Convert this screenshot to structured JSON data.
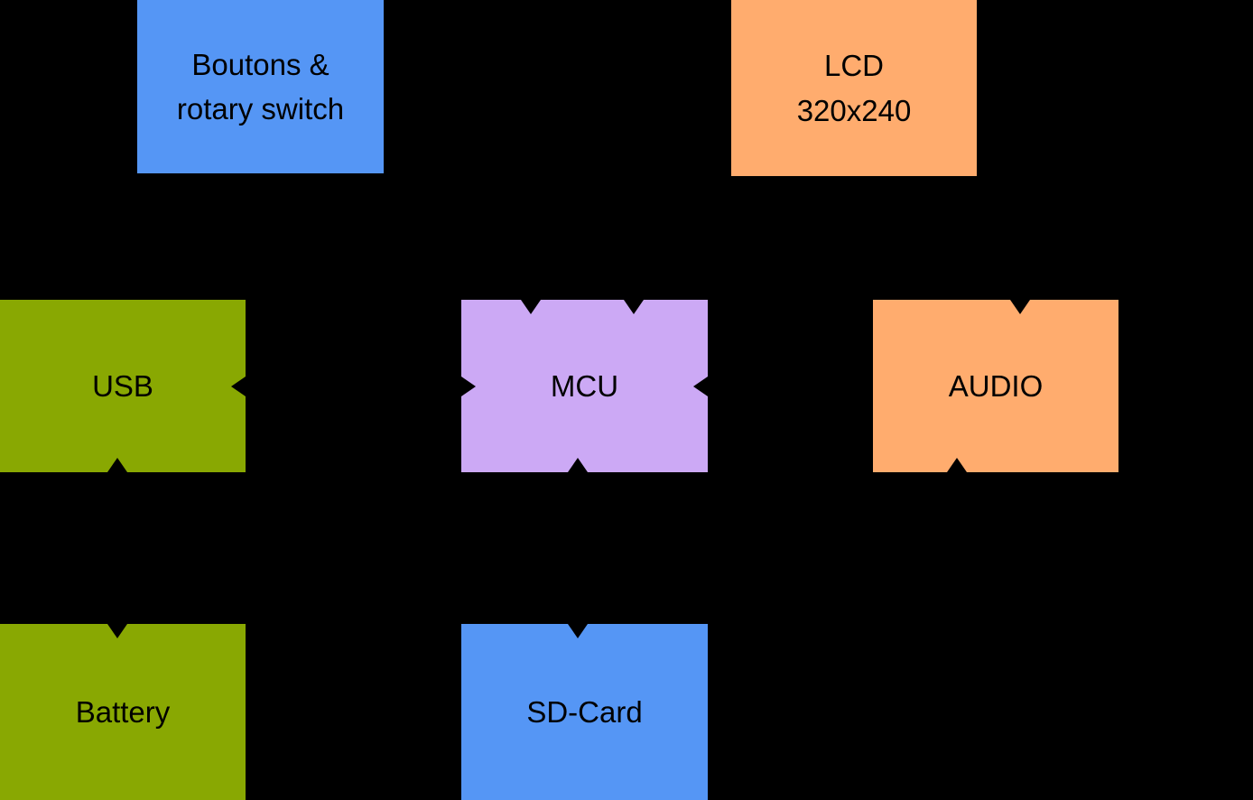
{
  "diagram": {
    "background": "#000000",
    "text_color": "#000000",
    "nodes": [
      {
        "id": "boutons-rotary-switch",
        "label": "Boutons &\nrotary switch",
        "color": "#5596F5"
      },
      {
        "id": "lcd",
        "label": "LCD\n320x240",
        "color": "#FFAC6E"
      },
      {
        "id": "usb",
        "label": "USB",
        "color": "#89A802"
      },
      {
        "id": "mcu",
        "label": "MCU",
        "color": "#CCA9F5"
      },
      {
        "id": "audio",
        "label": "AUDIO",
        "color": "#FFAC6E"
      },
      {
        "id": "battery",
        "label": "Battery",
        "color": "#89A802"
      },
      {
        "id": "sd-card",
        "label": "SD-Card",
        "color": "#5596F5"
      }
    ]
  }
}
